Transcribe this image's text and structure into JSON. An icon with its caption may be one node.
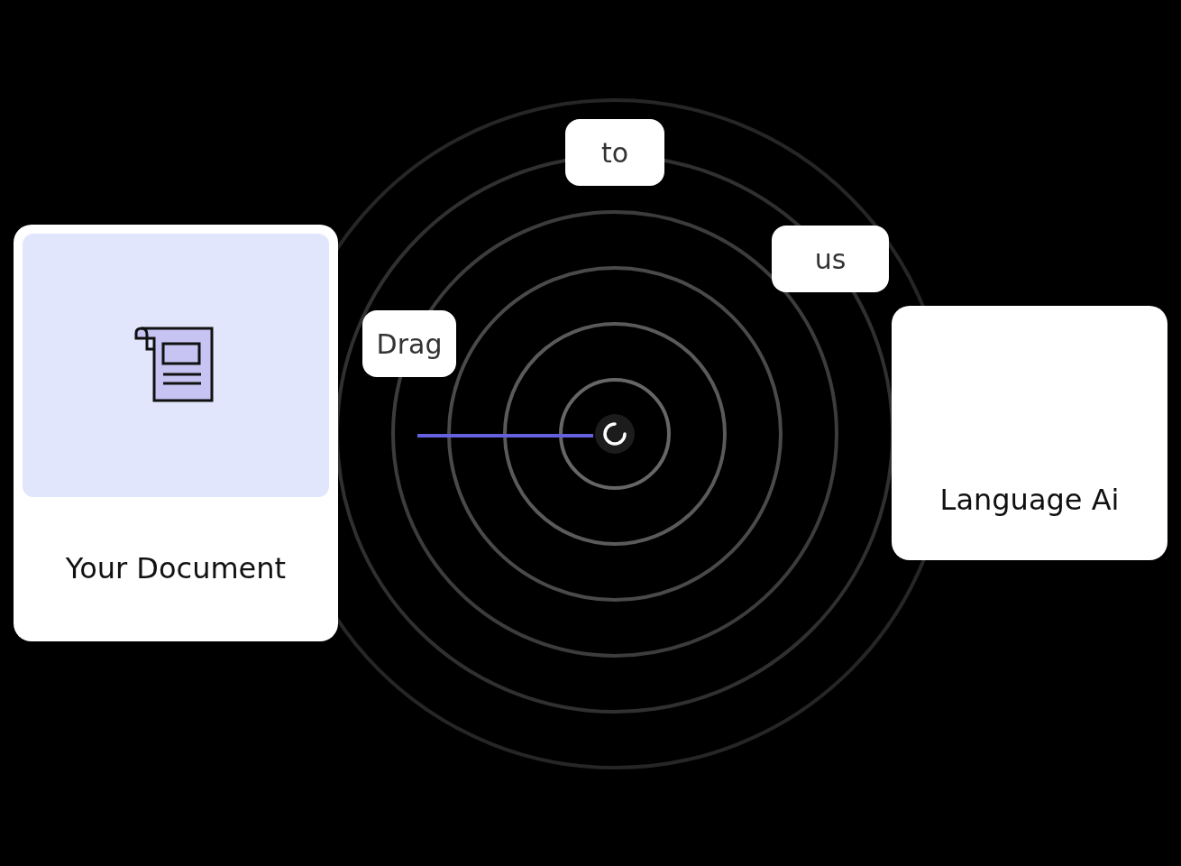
{
  "diagram": {
    "nodes": [
      {
        "text": [
          "Your Document"
        ]
      },
      {
        "text": [
          "Drag"
        ]
      },
      {
        "text": [
          "to"
        ]
      },
      {
        "text": [
          "us"
        ]
      },
      {
        "text": [
          "Language Ai"
        ]
      },
      {
        "text": [],
        "shape": "circle"
      }
    ],
    "edges": [
      {
        "from": null,
        "to": 5,
        "arrow": "none"
      }
    ]
  }
}
